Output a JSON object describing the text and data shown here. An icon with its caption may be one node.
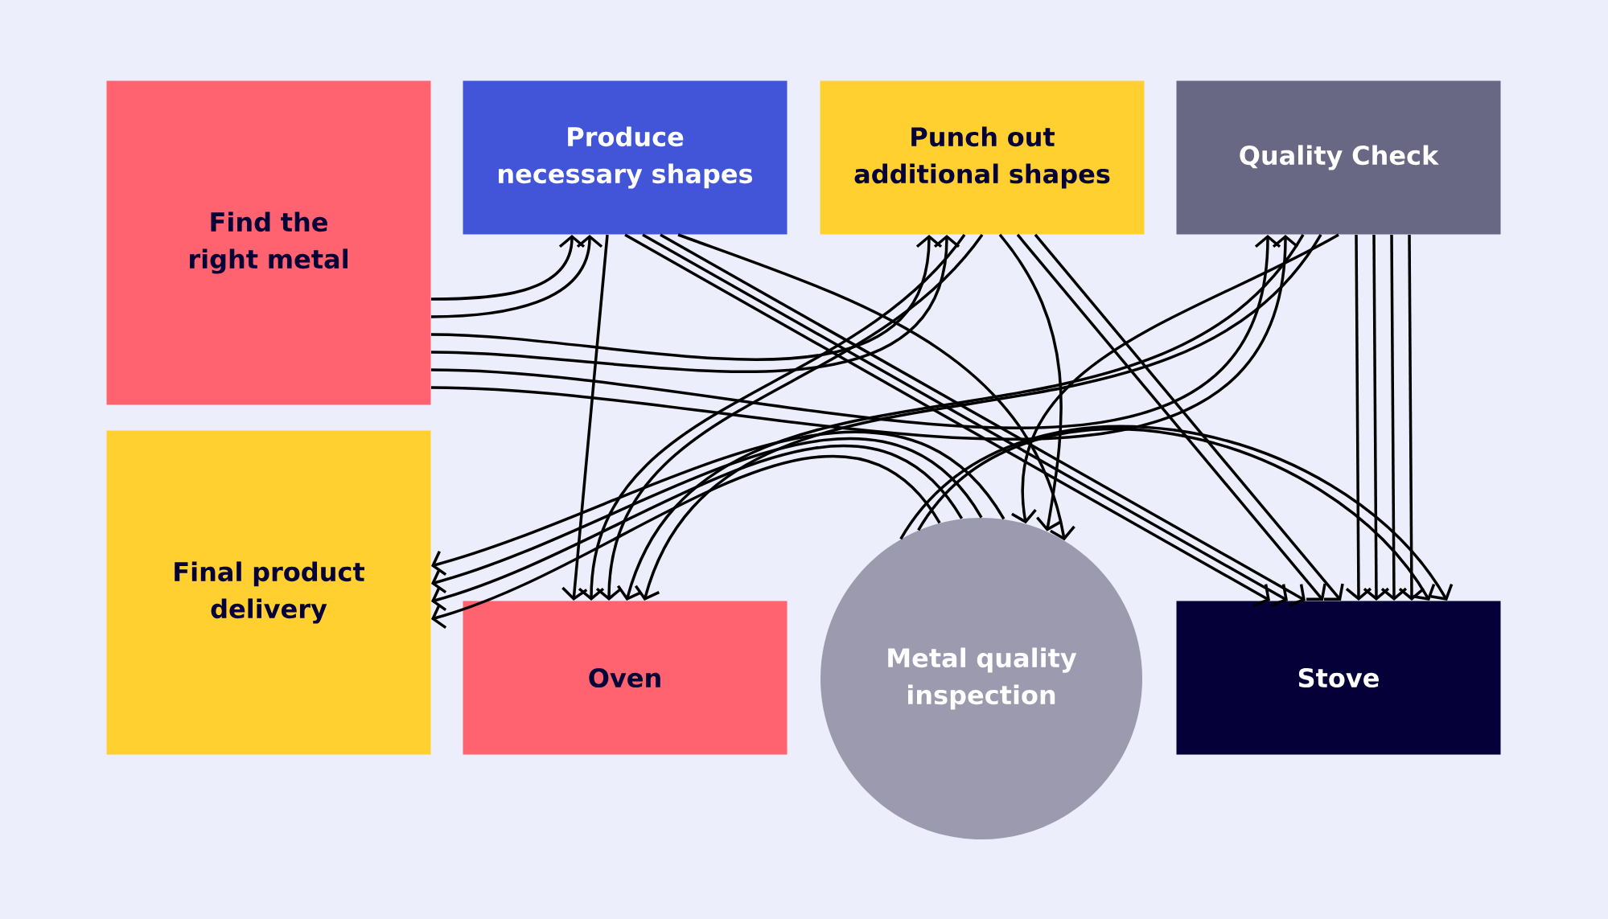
{
  "diagram": {
    "nodes": [
      {
        "text": [
          "Find the right metal"
        ]
      },
      {
        "text": [
          "Produce necessary shapes"
        ]
      },
      {
        "text": [
          "Punch out additional shapes"
        ]
      },
      {
        "text": [
          "Quality Check"
        ]
      },
      {
        "text": [
          "Final product delivery"
        ]
      },
      {
        "text": [
          "Oven"
        ]
      },
      {
        "text": [
          "Metal quality inspection"
        ]
      },
      {
        "text": [
          "Stove"
        ]
      }
    ],
    "edges": [
      {
        "from": 0,
        "to": 1,
        "arrow": "to"
      },
      {
        "from": 0,
        "to": 1,
        "arrow": "to"
      },
      {
        "from": 0,
        "to": 2,
        "arrow": "to"
      },
      {
        "from": 0,
        "to": 2,
        "arrow": "to"
      },
      {
        "from": 0,
        "to": 3,
        "arrow": "to"
      },
      {
        "from": 0,
        "to": 3,
        "arrow": "to"
      },
      {
        "from": 1,
        "to": 5,
        "arrow": "to"
      },
      {
        "from": 1,
        "to": 7,
        "arrow": "to"
      },
      {
        "from": 1,
        "to": 7,
        "arrow": "to"
      },
      {
        "from": 1,
        "to": 7,
        "arrow": "to"
      },
      {
        "from": 1,
        "to": 6,
        "arrow": "to"
      },
      {
        "from": 2,
        "to": 5,
        "arrow": "to"
      },
      {
        "from": 2,
        "to": 5,
        "arrow": "to"
      },
      {
        "from": 2,
        "to": 6,
        "arrow": "to"
      },
      {
        "from": 2,
        "to": 7,
        "arrow": "to"
      },
      {
        "from": 2,
        "to": 7,
        "arrow": "to"
      },
      {
        "from": 3,
        "to": 5,
        "arrow": "to"
      },
      {
        "from": 3,
        "to": 5,
        "arrow": "to"
      },
      {
        "from": 3,
        "to": 6,
        "arrow": "to"
      },
      {
        "from": 3,
        "to": 7,
        "arrow": "to"
      },
      {
        "from": 3,
        "to": 7,
        "arrow": "to"
      },
      {
        "from": 3,
        "to": 7,
        "arrow": "to"
      },
      {
        "from": 3,
        "to": 7,
        "arrow": "to"
      },
      {
        "from": 6,
        "to": 4,
        "arrow": "to"
      },
      {
        "from": 6,
        "to": 4,
        "arrow": "to"
      },
      {
        "from": 6,
        "to": 4,
        "arrow": "to"
      },
      {
        "from": 6,
        "to": 4,
        "arrow": "to"
      },
      {
        "from": 6,
        "to": 7,
        "arrow": "to"
      },
      {
        "from": 6,
        "to": 7,
        "arrow": "to"
      }
    ]
  }
}
